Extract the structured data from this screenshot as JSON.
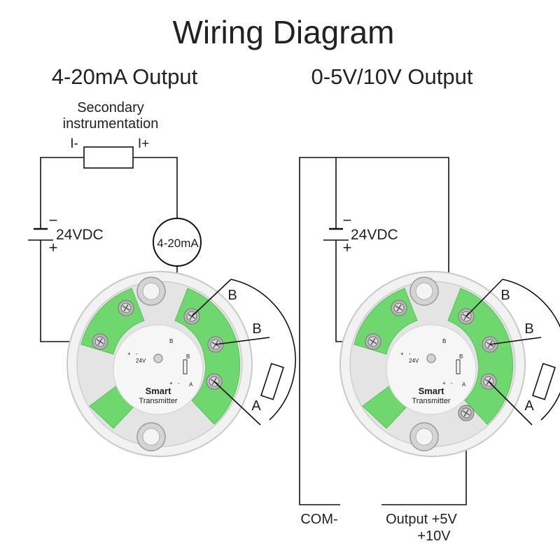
{
  "title": "Wiring Diagram",
  "left": {
    "heading": "4-20mA Output",
    "instrument_label_line1": "Secondary",
    "instrument_label_line2": "instrumentation",
    "terminal_minus": "I-",
    "terminal_plus": "I+",
    "meter_label": "4-20mA",
    "supply_label": "24VDC",
    "supply_minus": "−",
    "supply_plus": "+",
    "rtd_labels": [
      "B",
      "B",
      "A"
    ]
  },
  "right": {
    "heading": "0-5V/10V Output",
    "supply_label": "24VDC",
    "supply_minus": "−",
    "supply_plus": "+",
    "rtd_labels": [
      "B",
      "B",
      "A"
    ],
    "com_label": "COM-",
    "output_label_line1": "Output +5V",
    "output_label_line2": "+10V"
  },
  "device": {
    "face_line1": "Smart",
    "face_line2": "Transmitter",
    "face_marks": [
      "+",
      "-",
      "24V",
      "+",
      "-",
      "B",
      "B",
      "A"
    ]
  }
}
